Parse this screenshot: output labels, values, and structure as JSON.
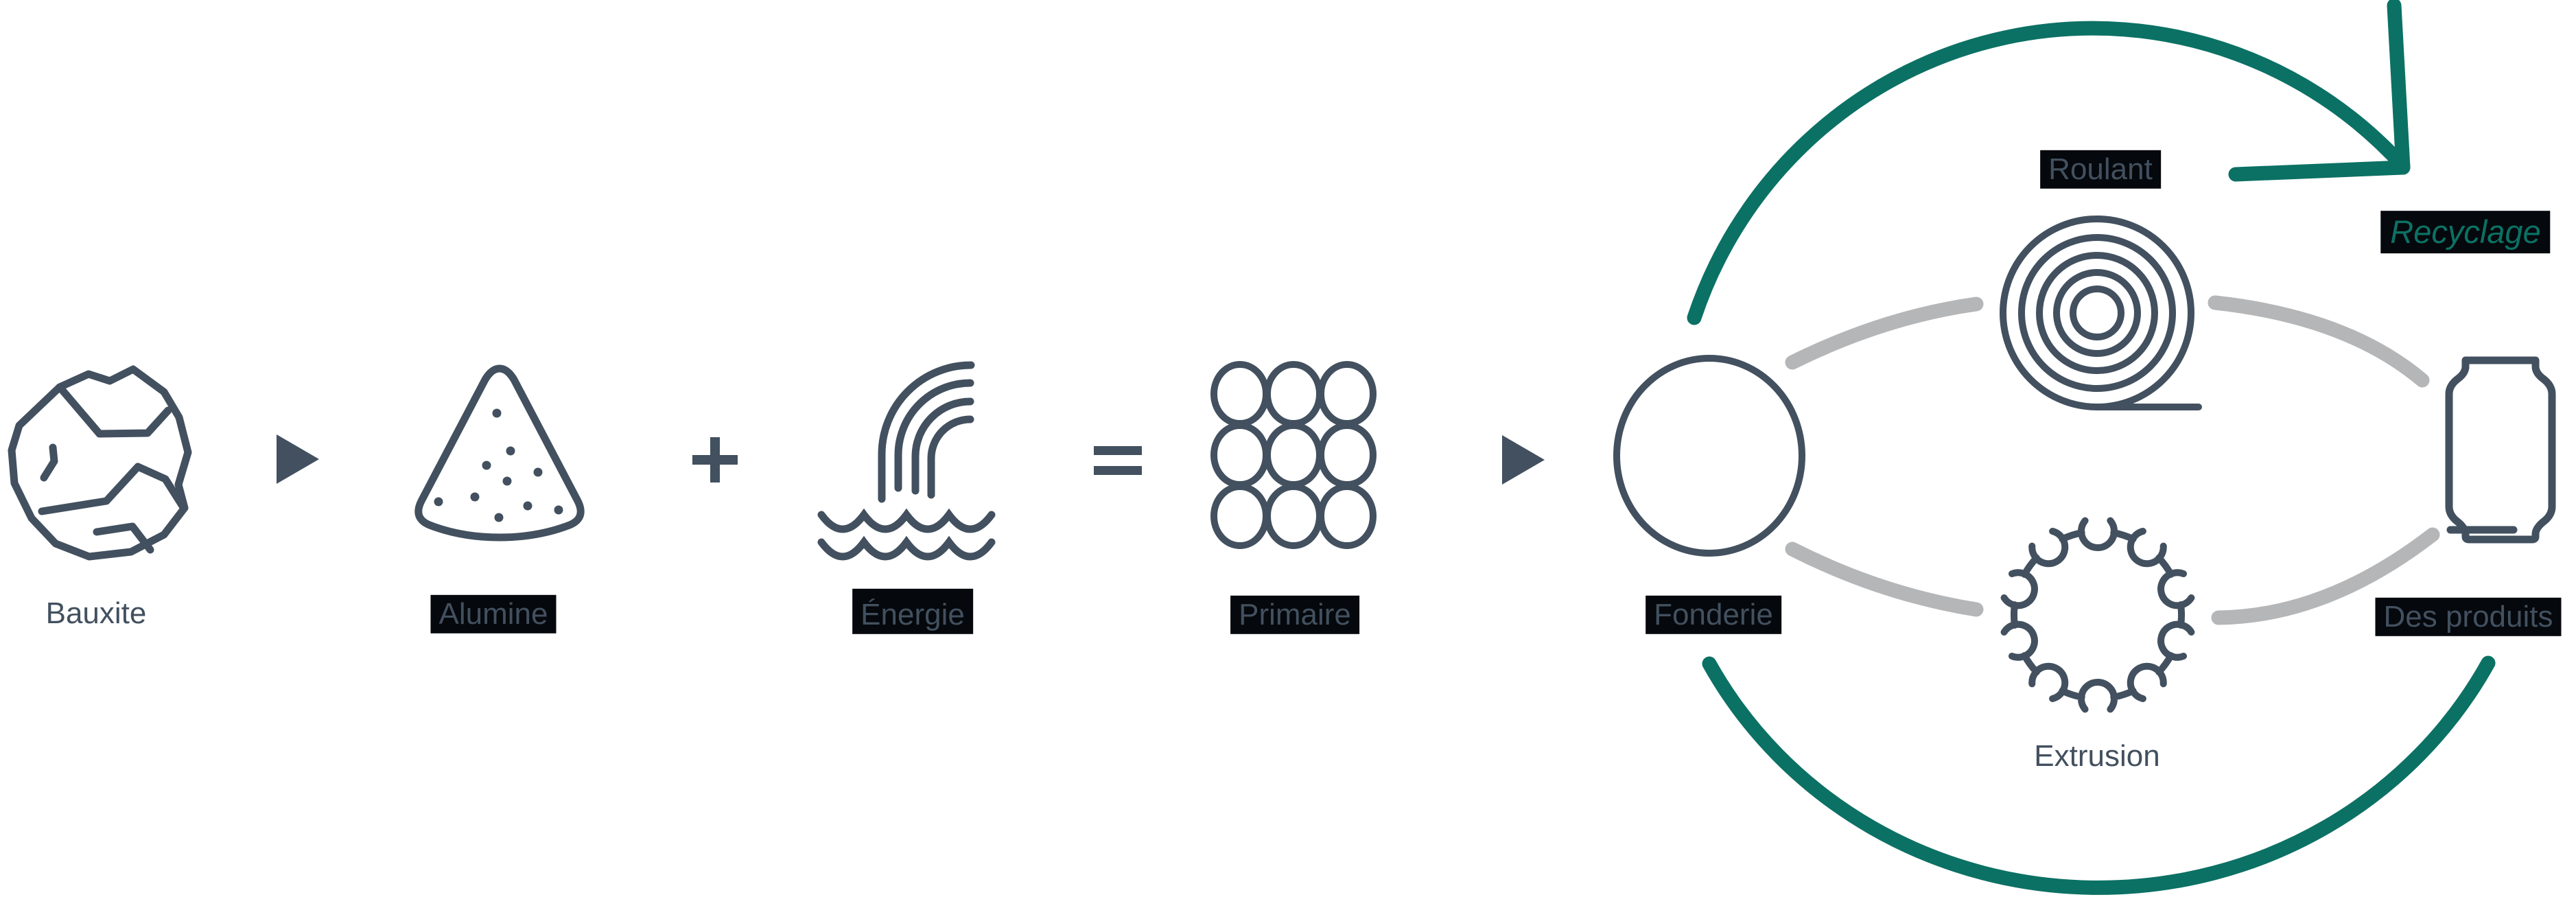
{
  "diagram": {
    "type": "process-flow",
    "language": "fr",
    "description": "Aluminium production and recycling cycle",
    "colors": {
      "stroke": "#42505F",
      "recycle_green": "#0B7164",
      "connector_gray": "#B5B6B7",
      "label_highlight": "#05080c",
      "background": "#ffffff"
    },
    "nodes": {
      "bauxite": {
        "label": "Bauxite",
        "icon": "rock-icon",
        "highlighted": false
      },
      "alumine": {
        "label": "Alumine",
        "icon": "powder-cone-icon",
        "highlighted": true
      },
      "energie": {
        "label": "Énergie",
        "icon": "waterfall-icon",
        "highlighted": true
      },
      "primaire": {
        "label": "Primaire",
        "icon": "ingot-grid-icon",
        "highlighted": true
      },
      "fonderie": {
        "label": "Fonderie",
        "icon": "smelter-circle-icon",
        "highlighted": true
      },
      "roulant": {
        "label": "Roulant",
        "icon": "coil-icon",
        "highlighted": true
      },
      "extrusion": {
        "label": "Extrusion",
        "icon": "extrusion-die-icon",
        "highlighted": false
      },
      "produits": {
        "label": "Des produits",
        "icon": "can-icon",
        "highlighted": true
      },
      "recyclage": {
        "label": "Recyclage",
        "icon": "recycle-loop-arrow",
        "highlighted": true,
        "italic": true,
        "color": "#0B7164"
      }
    },
    "operators": {
      "arrow1": "▶",
      "plus": "+",
      "equals": "=",
      "arrow2": "▶"
    },
    "flow": [
      "Bauxite ▶ Alumine + Énergie = Primaire ▶ Fonderie",
      "Fonderie → Roulant → Des produits",
      "Fonderie → Extrusion → Des produits",
      "Des produits → Recyclage → Fonderie (boucle)"
    ]
  }
}
